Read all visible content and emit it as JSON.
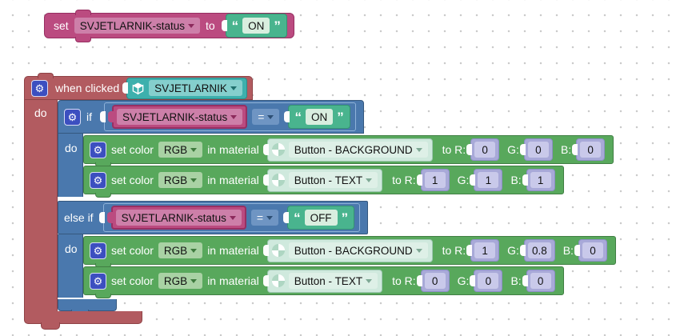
{
  "workspace": {
    "background": "#ffffff",
    "grid_dot_color": "#c9c9c9"
  },
  "icons": {
    "gear_glyph": "⚙",
    "quote_open": "“",
    "quote_close": "”"
  },
  "colors": {
    "event_block": "#b25b60",
    "control_block": "#4a78ad",
    "action_block": "#58a85c",
    "string_block": "#49b48e",
    "object_block": "#3db0ad",
    "variable_block": "#bb4b80",
    "number_block": "#a8a9d8",
    "material_block": "#cfe9dd",
    "gear_icon": "#3c4fc0"
  },
  "top_block": {
    "set_label": "set",
    "variable": "SVJETLARNIK-status",
    "to_label": "to",
    "value": "ON"
  },
  "main_block": {
    "when_clicked_label": "when clicked",
    "object_name": "SVJETLARNIK",
    "do_label": "do",
    "if_block": {
      "if_label": "if",
      "do_label": "do",
      "else_if_label": "else if",
      "else_do_label": "do",
      "conditions": [
        {
          "variable": "SVJETLARNIK-status",
          "operator": "=",
          "value": "ON"
        },
        {
          "variable": "SVJETLARNIK-status",
          "operator": "=",
          "value": "OFF"
        }
      ]
    }
  },
  "labels": {
    "set_color": "set color",
    "rgb": "RGB",
    "in_material": "in material",
    "to_r": "to R:",
    "g": "G:",
    "b": "B:"
  },
  "set_color_rows": [
    {
      "material": "Button - BACKGROUND",
      "r": "0",
      "g": "0",
      "b": "0"
    },
    {
      "material": "Button - TEXT",
      "r": "1",
      "g": "1",
      "b": "1"
    },
    {
      "material": "Button - BACKGROUND",
      "r": "1",
      "g": "0.8",
      "b": "0"
    },
    {
      "material": "Button - TEXT",
      "r": "0",
      "g": "0",
      "b": "0"
    }
  ]
}
